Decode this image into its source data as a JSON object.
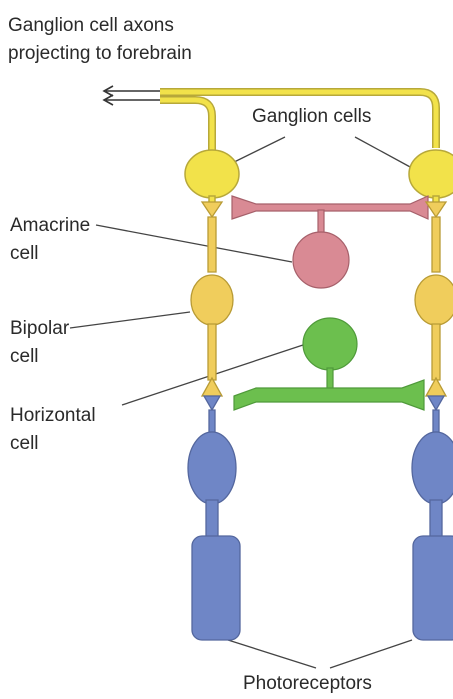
{
  "title": "Ganglion cell axons\nprojecting to forebrain",
  "labels": {
    "ganglion_cells": "Ganglion cells",
    "amacrine": "Amacrine\ncell",
    "bipolar": "Bipolar\ncell",
    "horizontal": "Horizontal\ncell",
    "photoreceptors": "Photoreceptors"
  },
  "colors": {
    "ganglion": "#f2e24a",
    "bipolar": "#f0cd5c",
    "amacrine": "#d98a94",
    "horizontal": "#6cbf4e",
    "photoreceptor": "#6f86c6",
    "outline": "#9a8a3a",
    "pointer": "#444444"
  }
}
